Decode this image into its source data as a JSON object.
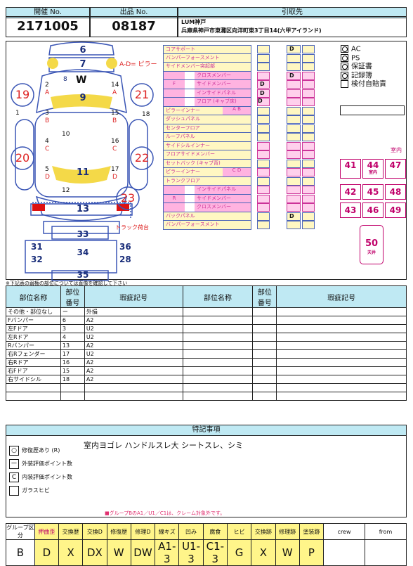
{
  "header": {
    "auction_no_label": "開催 No.",
    "auction_no": "2171005",
    "lot_no_label": "出品 No.",
    "lot_no": "08187",
    "buyer_label": "引取先",
    "buyer_name": "LUM神戸",
    "buyer_address": "兵庫県神戸市東灘区向洋町東3丁目14(六甲アイランド)"
  },
  "car_diagram": {
    "a_pillar_note": "A-D= ピラー",
    "truck_note": "トラック荷台",
    "w_label": "W",
    "zones": [
      "6",
      "7",
      "8",
      "9",
      "10",
      "11",
      "12",
      "13",
      "14",
      "15",
      "16",
      "17",
      "18",
      "19",
      "20",
      "21",
      "22",
      "23",
      "1",
      "2",
      "3",
      "4",
      "5"
    ],
    "pillars": [
      "A",
      "B",
      "C",
      "D",
      "A",
      "B",
      "C",
      "D"
    ],
    "truck_zones": [
      "33",
      "31",
      "34",
      "36",
      "32",
      "28",
      "35"
    ]
  },
  "frame": {
    "rows": [
      {
        "label": "コアサポート"
      },
      {
        "label": "バンパーフォースメント"
      },
      {
        "label": "サイドメンバー突起部"
      },
      {
        "group": "F",
        "label": "クロスメンバー"
      },
      {
        "group": "F",
        "label": "サイドメンバー"
      },
      {
        "group": "F",
        "label": "インサイドパネル"
      },
      {
        "group": "F",
        "label": "フロア (キャブ床)"
      },
      {
        "label": "ピラーインナー",
        "sub": [
          "A",
          "B"
        ]
      },
      {
        "label": "ダッシュパネル"
      },
      {
        "label": "センターフロア"
      },
      {
        "label": "ルーフパネル"
      },
      {
        "label": "サイドシルインナー"
      },
      {
        "label": "フロアサイドメンバー"
      },
      {
        "label": "セットバック (キャブ背)"
      },
      {
        "label": "ピラーインナー",
        "sub": [
          "C",
          "D"
        ]
      },
      {
        "label": "トランクフロア"
      },
      {
        "group": "R",
        "label": "インサイドパネル"
      },
      {
        "group": "R",
        "label": "サイドメンバー"
      },
      {
        "group": "R",
        "label": "クロスメンバー"
      },
      {
        "label": "バックパネル"
      },
      {
        "label": "バンパーフォースメント"
      }
    ],
    "marks": [
      "D",
      "D",
      "D",
      "D",
      "D",
      "D"
    ]
  },
  "options": {
    "items": [
      {
        "label": "AC",
        "checked": true
      },
      {
        "label": "PS",
        "checked": true
      },
      {
        "label": "保証書",
        "checked": true
      },
      {
        "label": "記録簿",
        "checked": true
      },
      {
        "label": "検付自賠責",
        "checked": false
      }
    ]
  },
  "interior": {
    "title": "室内",
    "top": [
      "41",
      "44",
      "47"
    ],
    "top_sub": "室内",
    "mid": [
      "42",
      "45",
      "48"
    ],
    "low": [
      "43",
      "46",
      "49"
    ],
    "roof": "50",
    "roof_sub": "天井"
  },
  "damage": {
    "note": "※下記表の弱権の部位については直像を確認して下さい",
    "headers": [
      "部位名称",
      "部位番号",
      "瑕疵記号",
      "部位名称",
      "部位番号",
      "瑕疵記号"
    ],
    "rows": [
      [
        "その他・部位なし",
        "ー",
        "外損"
      ],
      [
        "Fバンパー",
        "6",
        "A2"
      ],
      [
        "左Fドア",
        "3",
        "U2"
      ],
      [
        "左Rドア",
        "4",
        "U2"
      ],
      [
        "Rバンパー",
        "13",
        "A2"
      ],
      [
        "右Rフェンダー",
        "17",
        "U2"
      ],
      [
        "右Rドア",
        "16",
        "A2"
      ],
      [
        "右Fドア",
        "15",
        "A2"
      ],
      [
        "右サイドシル",
        "18",
        "A2"
      ],
      [
        "",
        "",
        ""
      ],
      [
        "",
        "",
        ""
      ]
    ]
  },
  "remarks": {
    "title": "特記事項",
    "text": "室内ヨゴレ ハンドルスレ大 シートスレ、シミ",
    "legend": [
      {
        "mark": "○",
        "label": "修復歴あり (R)"
      },
      {
        "mark": "ー",
        "label": "外装評価ポイント数"
      },
      {
        "mark": "C",
        "label": "内装評価ポイント数"
      },
      {
        "mark": "",
        "label": "ガラスヒビ"
      }
    ],
    "claim_note": "■グループBのA1／U1／C1は、クレーム対象外です。"
  },
  "summary": {
    "headers": [
      "グループ区分",
      "押曲歪",
      "交換歴",
      "交換D",
      "修復歴",
      "修理D",
      "線キズ",
      "凹み",
      "腐食",
      "ヒビ",
      "交換跡",
      "修理跡",
      "塗装跡",
      "crew",
      "from"
    ],
    "values": [
      "B",
      "D",
      "X",
      "DX",
      "W",
      "DW",
      "A1-3",
      "U1-3",
      "C1-3",
      "G",
      "X",
      "W",
      "P",
      "",
      ""
    ]
  }
}
